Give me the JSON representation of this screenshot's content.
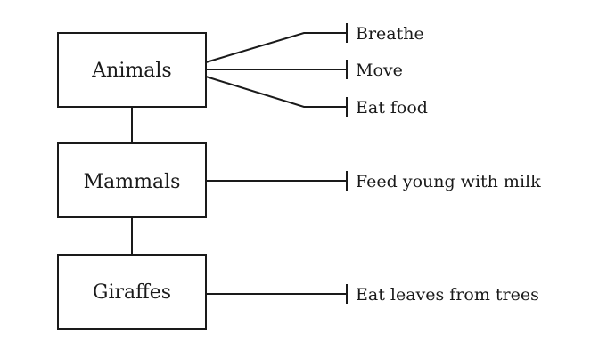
{
  "nodes": {
    "animals": {
      "label": "Animals",
      "properties": [
        "Breathe",
        "Move",
        "Eat food"
      ]
    },
    "mammals": {
      "label": "Mammals",
      "properties": [
        "Feed young with milk"
      ]
    },
    "giraffes": {
      "label": "Giraffes",
      "properties": [
        "Eat leaves from trees"
      ]
    }
  },
  "colors": {
    "stroke": "#1a1a1a",
    "background": "#ffffff"
  }
}
